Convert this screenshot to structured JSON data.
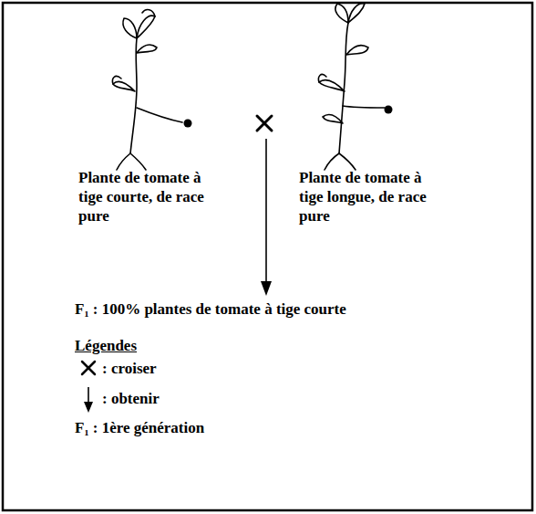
{
  "diagram": {
    "labels": [
      "Plante de tomate à tige courte, de race pure",
      "Plante de tomate à tige longue, de race pure",
      "F₁ : 100% plantes de tomate à tige courte",
      "Légendes",
      "F₁ : 1ère génération"
    ],
    "legend": [
      {
        "text": ": croiser"
      },
      {
        "text": ": obtenir"
      }
    ]
  }
}
